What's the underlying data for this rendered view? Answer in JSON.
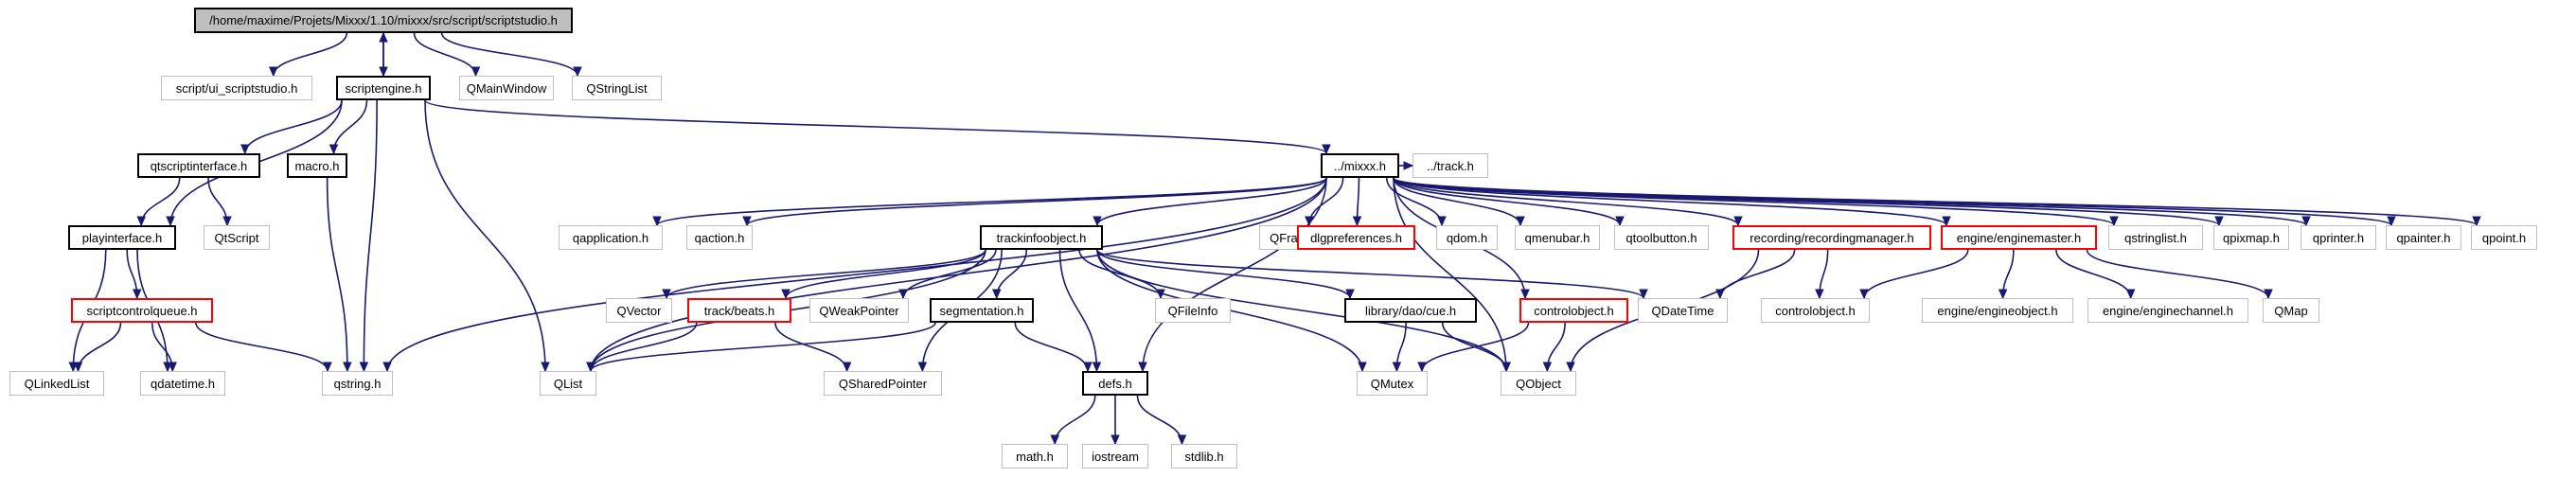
{
  "diagram": {
    "root": "/home/maxime/Projets/Mixxx/1.10/mixxx/src/script/scriptstudio.h",
    "edge_color": "#191970",
    "nodes": {
      "root": {
        "label": "/home/maxime/Projets/Mixxx/1.10/mixxx/src/script/scriptstudio.h",
        "style": "root"
      },
      "ui_scriptstudio": {
        "label": "script/ui_scriptstudio.h",
        "style": "gray"
      },
      "scriptengine": {
        "label": "scriptengine.h",
        "style": "black"
      },
      "qmainwindow": {
        "label": "QMainWindow",
        "style": "gray"
      },
      "qstringlist_cls": {
        "label": "QStringList",
        "style": "gray"
      },
      "qtscriptinterface": {
        "label": "qtscriptinterface.h",
        "style": "black"
      },
      "macro": {
        "label": "macro.h",
        "style": "black"
      },
      "mixxx": {
        "label": "../mixxx.h",
        "style": "black"
      },
      "track_h": {
        "label": "../track.h",
        "style": "gray"
      },
      "playinterface": {
        "label": "playinterface.h",
        "style": "black"
      },
      "qtscript": {
        "label": "QtScript",
        "style": "gray"
      },
      "qapplication": {
        "label": "qapplication.h",
        "style": "gray"
      },
      "qaction": {
        "label": "qaction.h",
        "style": "gray"
      },
      "trackinfoobject": {
        "label": "trackinfoobject.h",
        "style": "black"
      },
      "qframe": {
        "label": "QFrame",
        "style": "gray"
      },
      "dlgpreferences": {
        "label": "dlgpreferences.h",
        "style": "red"
      },
      "qdom": {
        "label": "qdom.h",
        "style": "gray"
      },
      "qmenubar": {
        "label": "qmenubar.h",
        "style": "gray"
      },
      "qtoolbutton": {
        "label": "qtoolbutton.h",
        "style": "gray"
      },
      "recordingmanager": {
        "label": "recording/recordingmanager.h",
        "style": "red"
      },
      "enginemaster": {
        "label": "engine/enginemaster.h",
        "style": "red"
      },
      "qstringlist_h": {
        "label": "qstringlist.h",
        "style": "gray"
      },
      "qpixmap": {
        "label": "qpixmap.h",
        "style": "gray"
      },
      "qprinter": {
        "label": "qprinter.h",
        "style": "gray"
      },
      "qpainter": {
        "label": "qpainter.h",
        "style": "gray"
      },
      "qpoint": {
        "label": "qpoint.h",
        "style": "gray"
      },
      "scriptcontrolqueue": {
        "label": "scriptcontrolqueue.h",
        "style": "red"
      },
      "qvector": {
        "label": "QVector",
        "style": "gray"
      },
      "trackbeats": {
        "label": "track/beats.h",
        "style": "red"
      },
      "qweakpointer": {
        "label": "QWeakPointer",
        "style": "gray"
      },
      "segmentation": {
        "label": "segmentation.h",
        "style": "black"
      },
      "qfileinfo": {
        "label": "QFileInfo",
        "style": "gray"
      },
      "cue": {
        "label": "library/dao/cue.h",
        "style": "black"
      },
      "controlobject_h": {
        "label": "controlobject.h",
        "style": "red"
      },
      "qdatetime_cls": {
        "label": "QDateTime",
        "style": "gray"
      },
      "controlobject_gray": {
        "label": "controlobject.h",
        "style": "gray"
      },
      "engineobject": {
        "label": "engine/engineobject.h",
        "style": "gray"
      },
      "enginechannel": {
        "label": "engine/enginechannel.h",
        "style": "gray"
      },
      "qmap": {
        "label": "QMap",
        "style": "gray"
      },
      "qlinkedlist": {
        "label": "QLinkedList",
        "style": "gray"
      },
      "qdatetime_h": {
        "label": "qdatetime.h",
        "style": "gray"
      },
      "qstring_h": {
        "label": "qstring.h",
        "style": "gray"
      },
      "qlist": {
        "label": "QList",
        "style": "gray"
      },
      "qsharedpointer": {
        "label": "QSharedPointer",
        "style": "gray"
      },
      "defs": {
        "label": "defs.h",
        "style": "black"
      },
      "qmutex": {
        "label": "QMutex",
        "style": "gray"
      },
      "qobject": {
        "label": "QObject",
        "style": "gray"
      },
      "math": {
        "label": "math.h",
        "style": "gray"
      },
      "iostream": {
        "label": "iostream",
        "style": "gray"
      },
      "stdlib": {
        "label": "stdlib.h",
        "style": "gray"
      }
    },
    "edges": [
      [
        "root",
        "ui_scriptstudio"
      ],
      [
        "root",
        "scriptengine"
      ],
      [
        "scriptengine",
        "root"
      ],
      [
        "root",
        "qmainwindow"
      ],
      [
        "root",
        "qstringlist_cls"
      ],
      [
        "scriptengine",
        "qtscriptinterface"
      ],
      [
        "scriptengine",
        "macro"
      ],
      [
        "scriptengine",
        "mixxx"
      ],
      [
        "scriptengine",
        "playinterface"
      ],
      [
        "scriptengine",
        "qstring_h"
      ],
      [
        "scriptengine",
        "qlist"
      ],
      [
        "mixxx",
        "track_h"
      ],
      [
        "qtscriptinterface",
        "playinterface"
      ],
      [
        "qtscriptinterface",
        "qtscript"
      ],
      [
        "macro",
        "qstring_h"
      ],
      [
        "playinterface",
        "scriptcontrolqueue"
      ],
      [
        "playinterface",
        "qlinkedlist"
      ],
      [
        "playinterface",
        "qdatetime_h"
      ],
      [
        "scriptcontrolqueue",
        "qlinkedlist"
      ],
      [
        "scriptcontrolqueue",
        "qdatetime_h"
      ],
      [
        "scriptcontrolqueue",
        "qstring_h"
      ],
      [
        "mixxx",
        "qapplication"
      ],
      [
        "mixxx",
        "qaction"
      ],
      [
        "mixxx",
        "qstring_h"
      ],
      [
        "mixxx",
        "qlist"
      ],
      [
        "mixxx",
        "trackinfoobject"
      ],
      [
        "mixxx",
        "qframe"
      ],
      [
        "mixxx",
        "dlgpreferences"
      ],
      [
        "mixxx",
        "qdom"
      ],
      [
        "mixxx",
        "qmenubar"
      ],
      [
        "mixxx",
        "qtoolbutton"
      ],
      [
        "mixxx",
        "recordingmanager"
      ],
      [
        "mixxx",
        "enginemaster"
      ],
      [
        "mixxx",
        "qstringlist_h"
      ],
      [
        "mixxx",
        "qpixmap"
      ],
      [
        "mixxx",
        "qprinter"
      ],
      [
        "mixxx",
        "qpainter"
      ],
      [
        "mixxx",
        "qpoint"
      ],
      [
        "mixxx",
        "defs"
      ],
      [
        "mixxx",
        "controlobject_h"
      ],
      [
        "mixxx",
        "qobject"
      ],
      [
        "trackinfoobject",
        "qlist"
      ],
      [
        "trackinfoobject",
        "qvector"
      ],
      [
        "trackinfoobject",
        "trackbeats"
      ],
      [
        "trackinfoobject",
        "qweakpointer"
      ],
      [
        "trackinfoobject",
        "segmentation"
      ],
      [
        "trackinfoobject",
        "qfileinfo"
      ],
      [
        "trackinfoobject",
        "cue"
      ],
      [
        "trackinfoobject",
        "qdatetime_cls"
      ],
      [
        "trackinfoobject",
        "qsharedpointer"
      ],
      [
        "trackinfoobject",
        "defs"
      ],
      [
        "trackinfoobject",
        "qmutex"
      ],
      [
        "trackinfoobject",
        "qobject"
      ],
      [
        "trackbeats",
        "qlist"
      ],
      [
        "trackbeats",
        "qsharedpointer"
      ],
      [
        "segmentation",
        "qlist"
      ],
      [
        "segmentation",
        "defs"
      ],
      [
        "cue",
        "qmutex"
      ],
      [
        "cue",
        "qobject"
      ],
      [
        "controlobject_h",
        "qmutex"
      ],
      [
        "controlobject_h",
        "qobject"
      ],
      [
        "recordingmanager",
        "qdatetime_cls"
      ],
      [
        "recordingmanager",
        "controlobject_gray"
      ],
      [
        "recordingmanager",
        "qobject"
      ],
      [
        "enginemaster",
        "controlobject_gray"
      ],
      [
        "enginemaster",
        "engineobject"
      ],
      [
        "enginemaster",
        "enginechannel"
      ],
      [
        "enginemaster",
        "qmap"
      ],
      [
        "defs",
        "math"
      ],
      [
        "defs",
        "iostream"
      ],
      [
        "defs",
        "stdlib"
      ]
    ]
  }
}
